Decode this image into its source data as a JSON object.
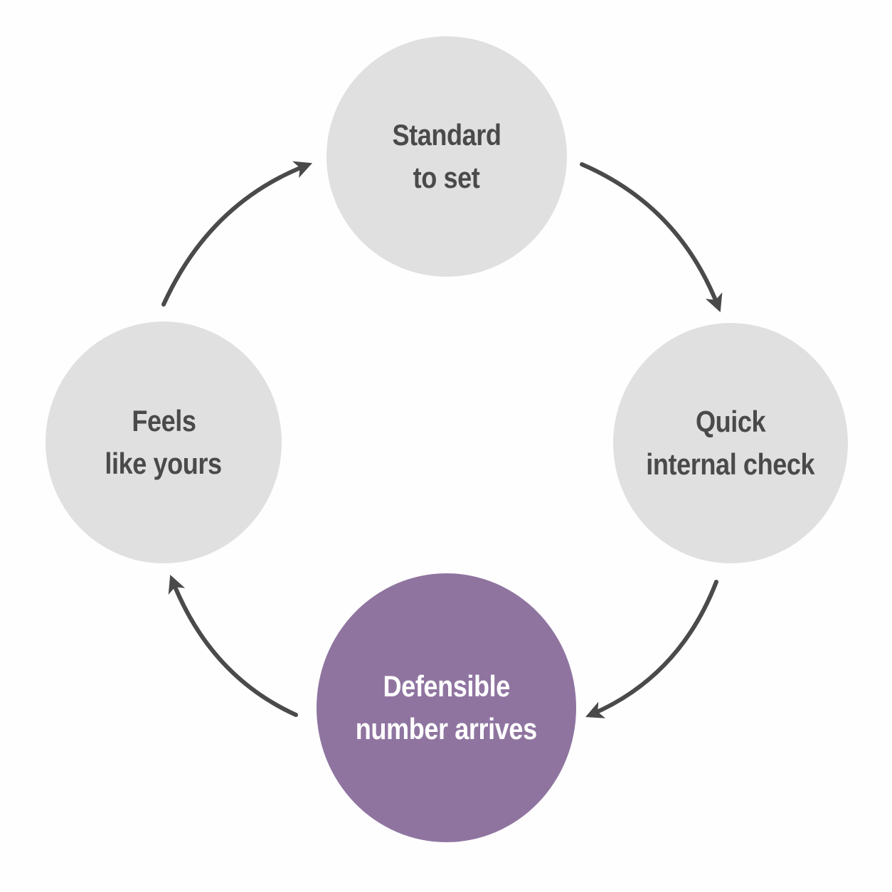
{
  "colors": {
    "node_fill": "#e0e0e0",
    "node_text": "#4a4a4a",
    "highlight_fill": "#8f74a0",
    "highlight_text": "#ffffff",
    "arrow": "#4a4a4a"
  },
  "nodes": {
    "top": {
      "lines": [
        "Standard",
        "to set"
      ]
    },
    "right": {
      "lines": [
        "Quick",
        "internal check"
      ]
    },
    "bottom": {
      "lines": [
        "Defensible",
        "number arrives"
      ],
      "highlighted": true
    },
    "left": {
      "lines": [
        "Feels",
        "like yours"
      ]
    }
  }
}
